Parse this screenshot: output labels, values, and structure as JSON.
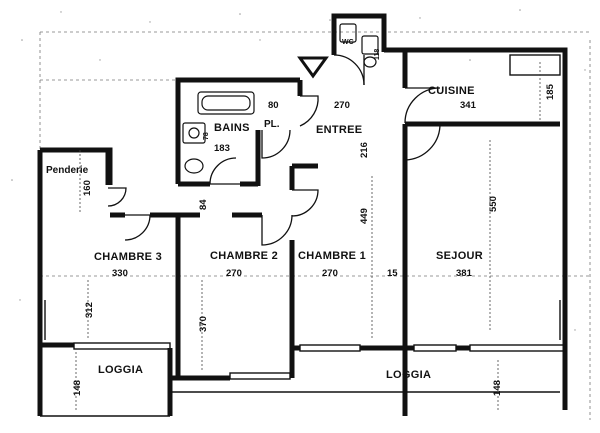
{
  "plan": {
    "rooms": {
      "cuisine": "CUISINE",
      "bains": "BAINS",
      "pl": "PL.",
      "entree": "ENTREE",
      "penderie": "Penderie",
      "chambre3": "CHAMBRE 3",
      "chambre2": "CHAMBRE 2",
      "chambre1": "CHAMBRE 1",
      "sejour": "SEJOUR",
      "loggia_left": "LOGGIA",
      "loggia_right": "LOGGIA",
      "wc": "WC"
    },
    "dimensions": {
      "cuisine_w": "341",
      "cuisine_h": "185",
      "bains_w": "183",
      "corridor_80": "80",
      "entree_w": "270",
      "entree_h": "216",
      "penderie_h": "160",
      "couloir_84": "84",
      "chambre3_w": "330",
      "chambre3_h": "312",
      "chambre2_w": "270",
      "chambre2_h": "370",
      "chambre1_w": "270",
      "chambre1_h": "449",
      "sejour_w": "381",
      "sejour_h": "550",
      "wall_15": "15",
      "loggia_left_h": "148",
      "loggia_right_h": "148",
      "wc_dim": "118",
      "bains_sink": "78"
    }
  }
}
